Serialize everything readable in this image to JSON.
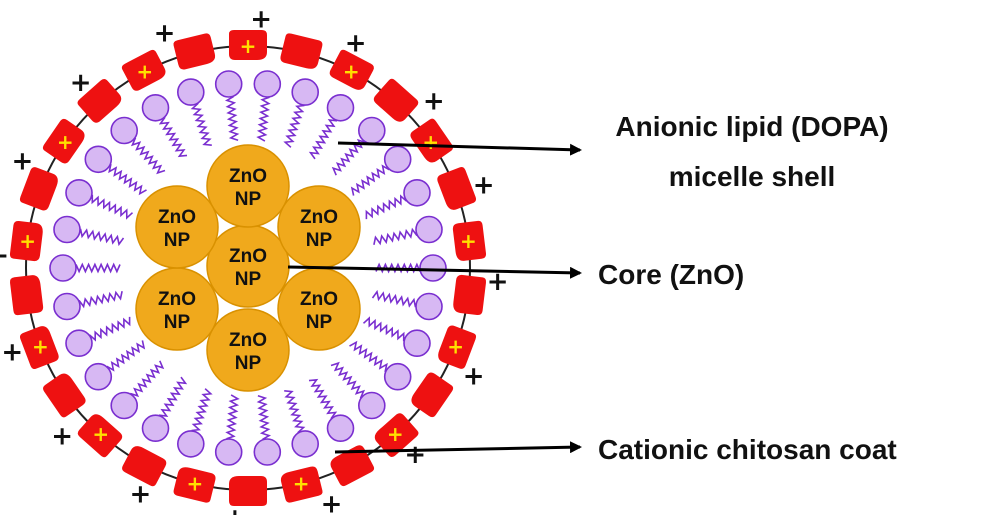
{
  "nanoparticle": {
    "label_line1": "ZnO",
    "label_line2": "NP",
    "count": 7
  },
  "labels": {
    "shell_line1": "Anionic lipid (DOPA)",
    "shell_line2": "micelle shell",
    "core": "Core (ZnO)",
    "coat": "Cationic chitosan coat"
  },
  "charges": {
    "positive_symbol": "+",
    "coat_charged_segments": 12,
    "exterior_charges": 16
  },
  "colors": {
    "core": "#f0a91c",
    "core_stroke": "#d99100",
    "lipid_head": "#d7b8f3",
    "lipid_outline": "#7a2fd0",
    "coat": "#ee1111",
    "coat_plus": "#ffe000",
    "membrane_line": "#222222",
    "text": "#111111",
    "arrow": "#000000"
  }
}
